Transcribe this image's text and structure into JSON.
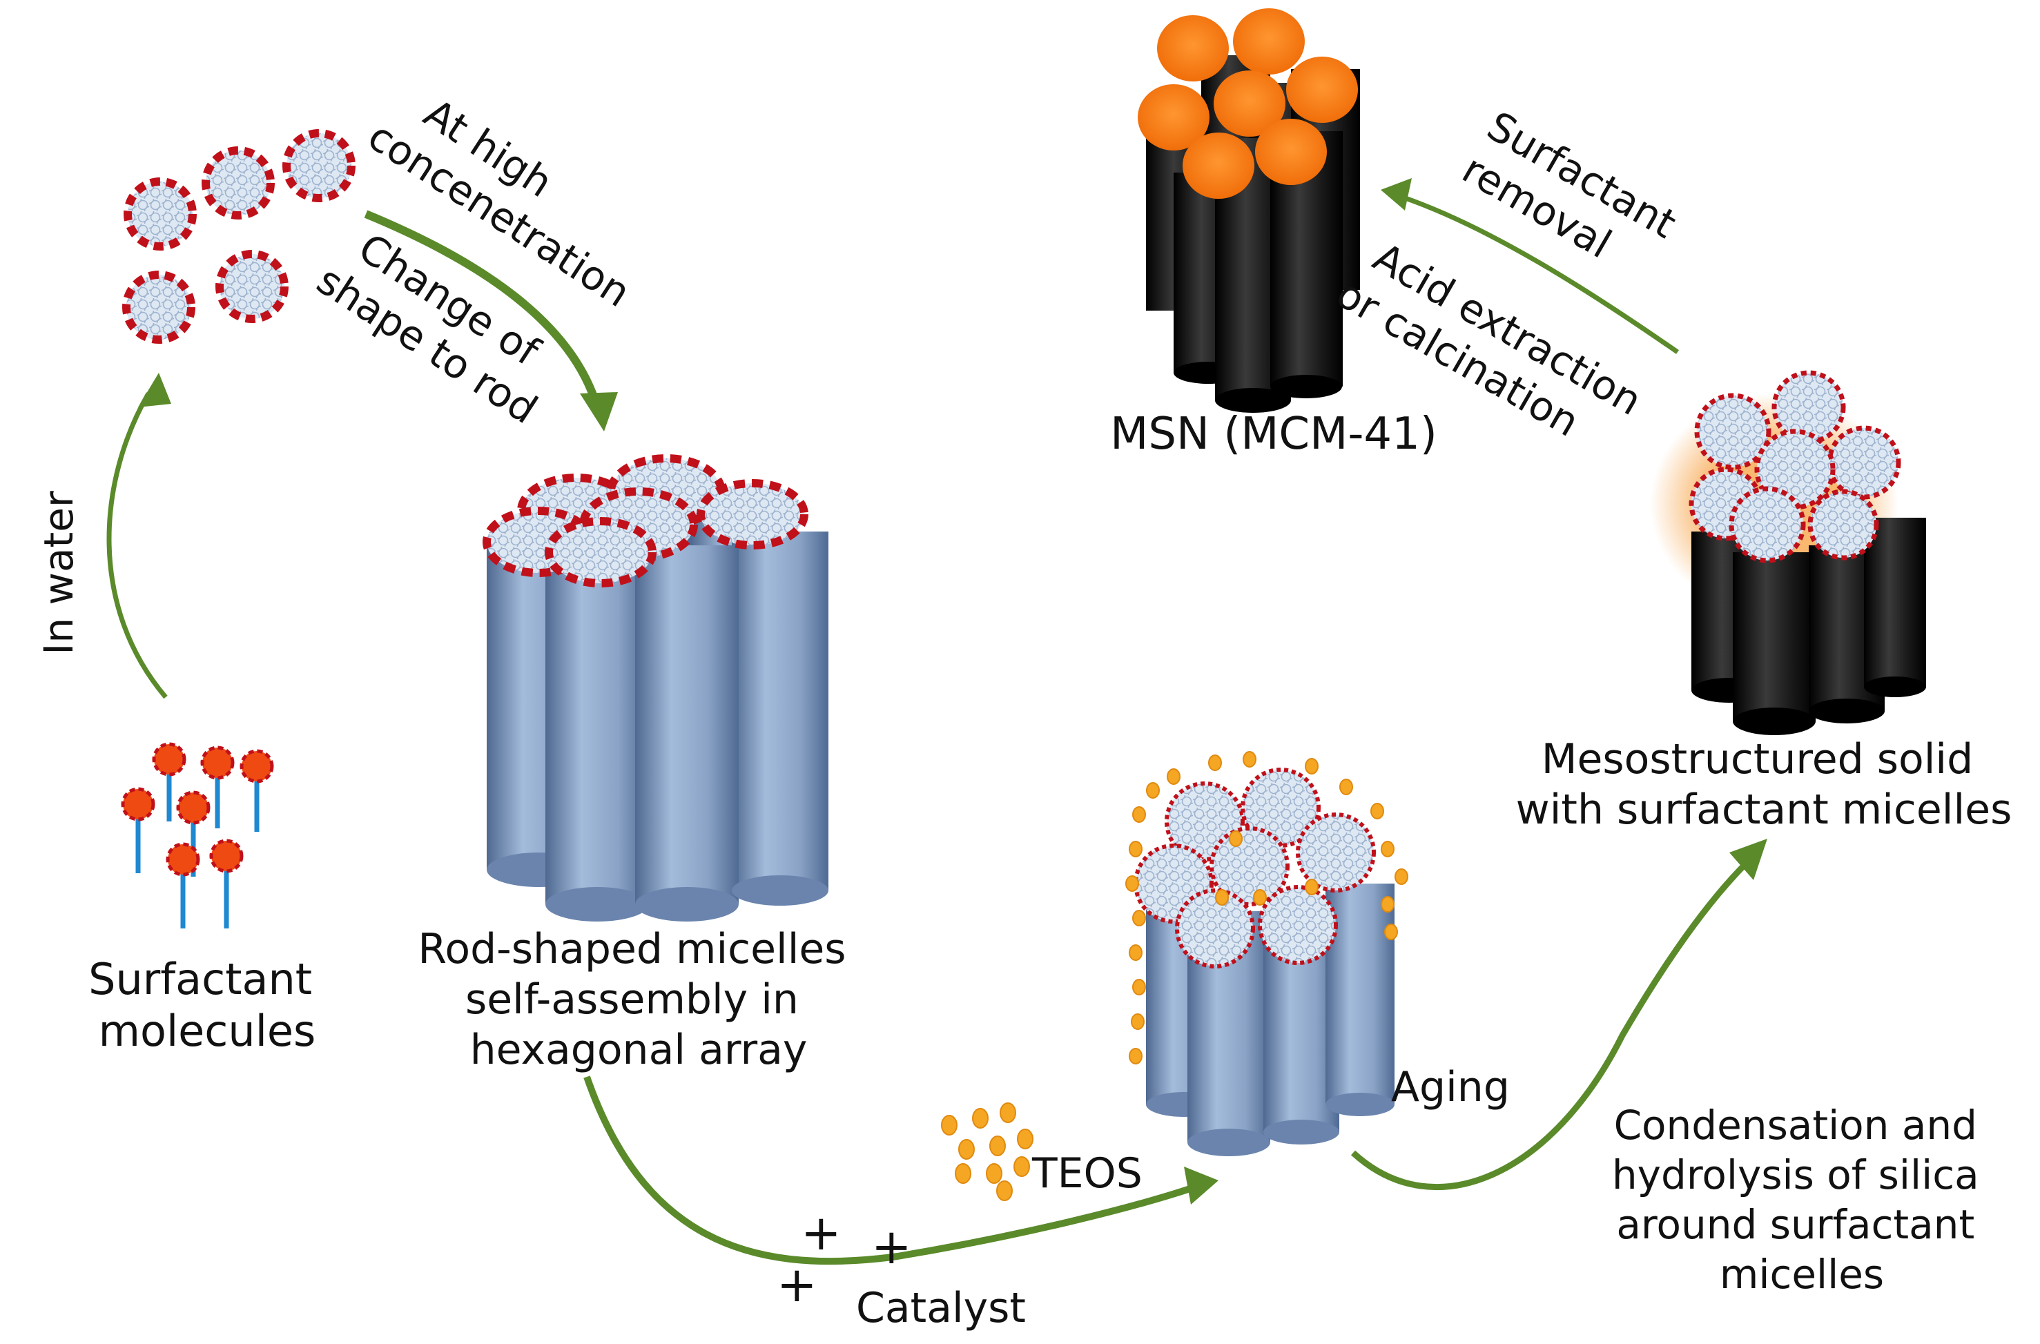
{
  "labels": {
    "surfactant_line1": "Surfactant",
    "surfactant_line2": "molecules",
    "in_water": "In water",
    "high_conc_line1": "At high",
    "high_conc_line2": "concenetration",
    "shape_line1": "Change of",
    "shape_line2": "shape to rod",
    "rod_line1": "Rod-shaped micelles",
    "rod_line2": "self-assembly in",
    "rod_line3": "hexagonal array",
    "teos": "TEOS",
    "catalyst": "Catalyst",
    "plus": "+",
    "aging": "Aging",
    "cond_line1": "Condensation and",
    "cond_line2": "hydrolysis of silica",
    "cond_line3": "around surfactant",
    "cond_line4": "micelles",
    "meso_line1": "Mesostructured solid",
    "meso_line2": "with surfactant micelles",
    "removal_line1": "Surfactant",
    "removal_line2": "removal",
    "acid_line1": "Acid extraction",
    "acid_line2": "or calcination",
    "msn": "MSN (MCM-41)"
  },
  "colors": {
    "arrow": "#5a8a2a",
    "rod": "#8fa8cc",
    "rod_dark": "#5f7aa5",
    "micelle_border": "#c0101a",
    "micelle_fill": "#dbe6f2",
    "black_rod": "#161616",
    "orange_cap": "#f77f17",
    "teos": "#f5a623",
    "surfactant_head": "#ef4a12",
    "surfactant_tail": "#1e88d0"
  }
}
